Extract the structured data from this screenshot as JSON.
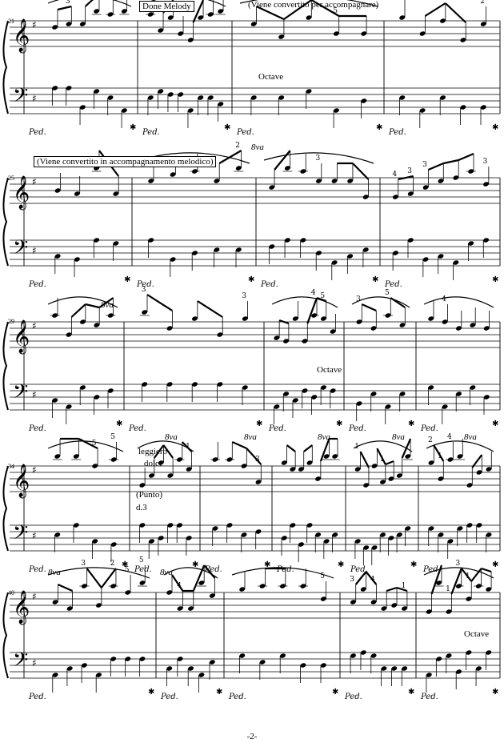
{
  "page_number": "-2-",
  "systems": [
    {
      "measure_start": "21",
      "annotations": {
        "box_label": "Done Melody",
        "top_text": "(Viene  convertito  per  accompagnare)",
        "octave": "Octave"
      }
    },
    {
      "measure_start": "25",
      "annotations": {
        "box_label": "(Viene  convertito  in  accompagnamento  melodico)",
        "ottava": "8va"
      }
    },
    {
      "measure_start": "29",
      "annotations": {
        "ottava": "8va",
        "octave": "Octave"
      }
    },
    {
      "measure_start": "34",
      "annotations": {
        "leggiero": "leggiero",
        "dolce": "dolce",
        "punto": "(Punto)",
        "d3": "d.3",
        "ottava": "8va"
      }
    },
    {
      "measure_start": "40",
      "annotations": {
        "ottava": "8va",
        "octave": "Octave"
      }
    }
  ],
  "pedal_mark": "Ped.",
  "pedal_release": "✱"
}
